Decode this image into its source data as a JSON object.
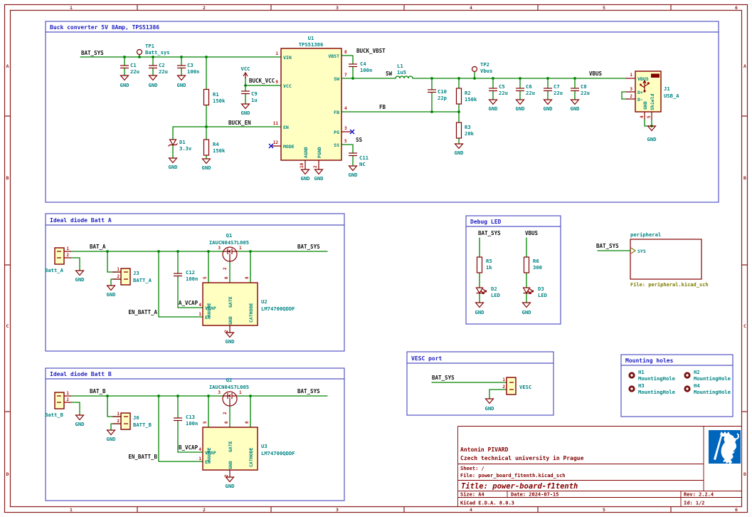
{
  "colors": {
    "wire": "#008400",
    "symbol": "#840000",
    "symbol_fill": "#FFFFC2",
    "pin_number": "#B01000",
    "field_text": "#008484",
    "net_label": "#111111",
    "block_outline": "#5353C4",
    "block_title": "#1D1DC2",
    "frame": "#8A1C1C",
    "no_connect": "#0000CC",
    "sheet_text": "#7C7C00",
    "logo_blue": "#0065BD"
  },
  "frame": {
    "cols": [
      "1",
      "2",
      "3",
      "4",
      "5",
      "6"
    ],
    "rows": [
      "A",
      "B",
      "C",
      "D"
    ]
  },
  "misc": {
    "gnd": "GND"
  },
  "buck": {
    "title": "Buck converter 5V 8Amp, TPS51386",
    "nets": {
      "bat_sys": "BAT_SYS",
      "vcc": "VCC",
      "buck_vcc": "BUCK_VCC",
      "buck_en": "BUCK_EN",
      "buck_vbst": "BUCK_VBST",
      "sw": "SW",
      "fb": "FB",
      "ss": "SS",
      "vbus": "VBUS"
    },
    "tp1": {
      "ref": "TP1",
      "val": "Batt_sys"
    },
    "tp2": {
      "ref": "TP2",
      "val": "Vbus"
    },
    "c1": {
      "ref": "C1",
      "val": "22u"
    },
    "c2": {
      "ref": "C2",
      "val": "22u"
    },
    "c3": {
      "ref": "C3",
      "val": "100n"
    },
    "c4": {
      "ref": "C4",
      "val": "100n"
    },
    "c5": {
      "ref": "C5",
      "val": "22u"
    },
    "c6": {
      "ref": "C6",
      "val": "22u"
    },
    "c7": {
      "ref": "C7",
      "val": "22u"
    },
    "c8": {
      "ref": "C8",
      "val": "22u"
    },
    "c9": {
      "ref": "C9",
      "val": "1u"
    },
    "c10": {
      "ref": "C10",
      "val": "22p"
    },
    "c11": {
      "ref": "C11",
      "val": "NC"
    },
    "r1": {
      "ref": "R1",
      "val": "150k"
    },
    "r2": {
      "ref": "R2",
      "val": "150k"
    },
    "r3": {
      "ref": "R3",
      "val": "20k"
    },
    "r4": {
      "ref": "R4",
      "val": "150k"
    },
    "l1": {
      "ref": "L1",
      "val": "1u5"
    },
    "d1": {
      "ref": "D1",
      "val": "3.3v"
    },
    "u1": {
      "ref": "U1",
      "val": "TPS51386",
      "pins": {
        "vin": "VIN",
        "vcc": "VCC",
        "en": "EN",
        "mode": "MODE",
        "vbst": "VBST",
        "sw": "SW",
        "fb": "FB",
        "pg": "PG",
        "ss": "SS",
        "agnd": "AGND",
        "pgnd": "PGND"
      },
      "nums": {
        "vin": "1",
        "vcc": "9",
        "en": "11",
        "mode": "12",
        "vbst": "8",
        "sw": "7",
        "fb": "4",
        "pg": "3",
        "ss": "5",
        "agnd": "10",
        "pgnd": "2"
      }
    },
    "j1": {
      "ref": "J1",
      "val": "USB_A",
      "pins": {
        "vbus": "VBUS",
        "dp": "D+",
        "dm": "D-",
        "gnd": "GND",
        "shield": "Shield"
      },
      "nums": {
        "vbus": "1",
        "dp": "3",
        "dm": "2",
        "gnd": "4",
        "shield": "5"
      }
    }
  },
  "diode_a": {
    "title": "Ideal diode Batt A",
    "nets": {
      "bat": "BAT_A",
      "bat_sys": "BAT_SYS",
      "vcap": "A_VCAP",
      "en": "EN_BATT_A"
    },
    "batt": {
      "val": "Batt_A",
      "p1": "1",
      "p2": "2"
    },
    "j": {
      "ref": "J3",
      "val": "BATT_A",
      "p1": "1",
      "p2": "2"
    },
    "c": {
      "ref": "C12",
      "val": "100n"
    },
    "q": {
      "ref": "Q1",
      "val": "IAUCN04S7L005",
      "p1": "1",
      "p2": "2",
      "p3": "3"
    },
    "u": {
      "ref": "U2",
      "val": "LM74700QDDF",
      "pins": {
        "anode": "ANODE",
        "gate": "GATE",
        "cathode": "CATHODE",
        "vcap": "VCAP",
        "en": "EN",
        "gnd": "GND"
      },
      "nums": {
        "anode": "5",
        "gate": "6",
        "cathode": "8",
        "vcap": "4",
        "en": "1",
        "gnd": "2"
      }
    }
  },
  "diode_b": {
    "title": "Ideal diode Batt B",
    "nets": {
      "bat": "BAT_B",
      "bat_sys": "BAT_SYS",
      "vcap": "B_VCAP",
      "en": "EN_BATT_B"
    },
    "batt": {
      "val": "Batt_B",
      "p1": "1",
      "p2": "2"
    },
    "j": {
      "ref": "J6",
      "val": "BATT_B",
      "p1": "1",
      "p2": "2"
    },
    "c": {
      "ref": "C13",
      "val": "100n"
    },
    "q": {
      "ref": "Q2",
      "val": "IAUCN04S7L005",
      "p1": "1",
      "p2": "2",
      "p3": "3"
    },
    "u": {
      "ref": "U3",
      "val": "LM74700QDDF",
      "pins": {
        "anode": "ANODE",
        "gate": "GATE",
        "cathode": "CATHODE",
        "vcap": "VCAP",
        "en": "EN",
        "gnd": "GND"
      },
      "nums": {
        "anode": "5",
        "gate": "6",
        "cathode": "8",
        "vcap": "4",
        "en": "1",
        "gnd": "2"
      }
    }
  },
  "debug": {
    "title": "Debug LED",
    "nets": {
      "bat_sys": "BAT_SYS",
      "vbus": "VBUS"
    },
    "r5": {
      "ref": "R5",
      "val": "1k"
    },
    "r6": {
      "ref": "R6",
      "val": "300"
    },
    "d2": {
      "ref": "D2",
      "val": "LED"
    },
    "d3": {
      "ref": "D3",
      "val": "LED"
    }
  },
  "vesc": {
    "title": "VESC port",
    "net": "BAT_SYS",
    "conn": {
      "val": "VESC",
      "p1": "1",
      "p2": "2"
    }
  },
  "mounting": {
    "title": "Mounting holes",
    "holes": [
      {
        "ref": "H1",
        "val": "MountingHole"
      },
      {
        "ref": "H2",
        "val": "MountingHole"
      },
      {
        "ref": "H3",
        "val": "MountingHole"
      },
      {
        "ref": "H4",
        "val": "MountingHole"
      }
    ]
  },
  "peripheral": {
    "name": "peripheral",
    "pin": "SYS",
    "net": "BAT_SYS",
    "file": "File: peripheral.kicad_sch"
  },
  "title_block": {
    "author": "Antonin PIVARD",
    "org": "Czech technical university in Prague",
    "sheet": "Sheet: /",
    "file": "File: power_board_f1tenth.kicad_sch",
    "title": "Title: power-board-f1tenth",
    "size": "Size: A4",
    "date": "Date: 2024-07-15",
    "rev": "Rev: 2.2.4",
    "tool": "KiCad E.D.A. 8.0.3",
    "id": "Id: 1/2"
  }
}
